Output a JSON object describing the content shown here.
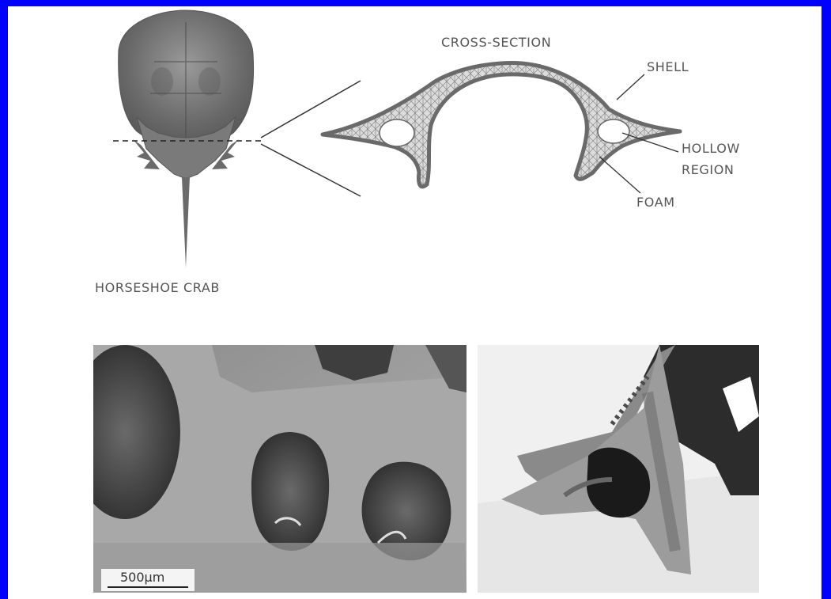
{
  "labels": {
    "cross_section": "CROSS-SECTION",
    "shell": "SHELL",
    "hollow_region_line1": "HOLLOW",
    "hollow_region_line2": "REGION",
    "foam": "FOAM",
    "horseshoe_crab": "HORSESHOE CRAB",
    "scale_bar": "500μm"
  },
  "colors": {
    "border": "#0000ff",
    "shell": "#777777",
    "foam_fill": "#d8d8d8"
  }
}
